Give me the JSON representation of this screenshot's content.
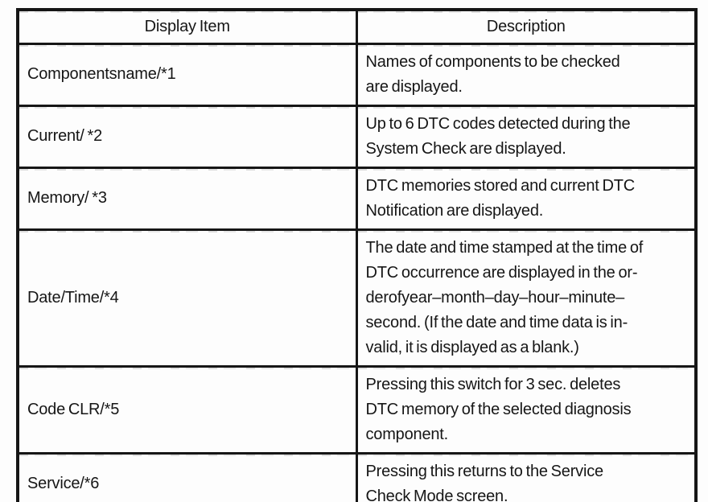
{
  "document": {
    "paper_color": "#fdfdfd",
    "ink_color": "#161616"
  },
  "table": {
    "headers": [
      "Display Item",
      "Description"
    ],
    "rows": [
      {
        "item": "Componentsname/*1",
        "description": "Names of components to be checked\nare displayed."
      },
      {
        "item": "Current/ *2",
        "description": "Up to 6 DTC codes detected during the\nSystem Check are displayed."
      },
      {
        "item": "Memory/ *3",
        "description": "DTC memories stored and current DTC\nNotification are displayed."
      },
      {
        "item": "Date/Time/*4",
        "description": "The date and time stamped at the time of\nDTC occurrence are displayed in the or-\nderofyear–month–day–hour–minute–\nsecond. (If the date and time data is in-\nvalid, it is displayed as a blank.)"
      },
      {
        "item": "Code CLR/*5",
        "description": "Pressing this switch for 3 sec. deletes\nDTC memory of the selected diagnosis\ncomponent."
      },
      {
        "item": "Service/*6",
        "description": "Pressing this returns to the Service\nCheck Mode screen."
      }
    ]
  }
}
